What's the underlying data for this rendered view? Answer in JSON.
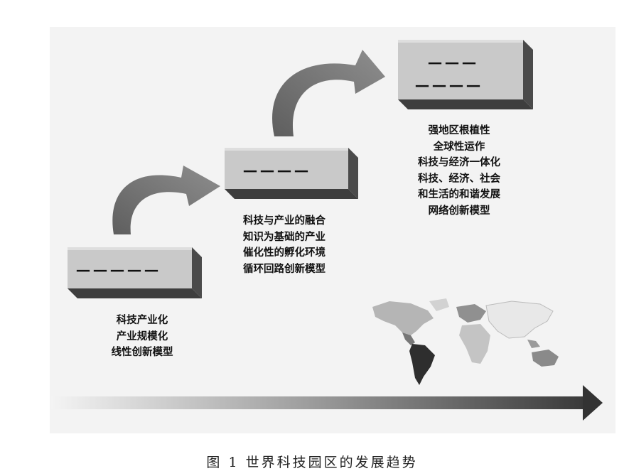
{
  "stages": [
    {
      "box_label": "－－－－－",
      "lines": [
        "科技产业化",
        "产业规模化",
        "线性创新模型"
      ]
    },
    {
      "box_label": "－－－－",
      "lines": [
        "科技与产业的融合",
        "知识为基础的产业",
        "催化性的孵化环境",
        "循环回路创新模型"
      ]
    },
    {
      "box_label_lines": [
        "－－－",
        "－－－－"
      ],
      "lines": [
        "强地区根植性",
        "全球性运作",
        "科技与经济一体化",
        "科技、经济、社会",
        "和生活的和谐发展",
        "网络创新模型"
      ]
    }
  ],
  "caption": "图 1  世界科技园区的发展趋势",
  "colors": {
    "panel": "#f3f3f3",
    "box_face": "#c9c9c9",
    "box_shadow": "#4a4a4a",
    "arrow": "#6f6f6f"
  },
  "icons": [
    "curved-arrow-icon",
    "world-map-icon",
    "timeline-arrow-icon"
  ]
}
